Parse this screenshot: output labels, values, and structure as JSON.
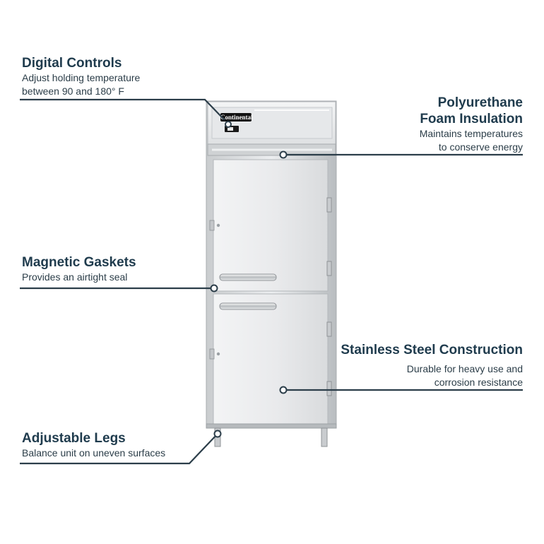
{
  "callouts": {
    "digital_controls": {
      "title": "Digital Controls",
      "desc_line1": "Adjust holding temperature",
      "desc_line2": "between 90 and 180° F"
    },
    "foam_insulation": {
      "title_line1": "Polyurethane",
      "title_line2": "Foam Insulation",
      "desc_line1": "Maintains temperatures",
      "desc_line2": "to conserve energy"
    },
    "magnetic_gaskets": {
      "title": "Magnetic Gaskets",
      "desc": "Provides an airtight seal"
    },
    "stainless_steel": {
      "title": "Stainless Steel Construction",
      "desc_line1": "Durable for heavy use and",
      "desc_line2": "corrosion resistance"
    },
    "adjustable_legs": {
      "title": "Adjustable Legs",
      "desc": "Balance unit on uneven surfaces"
    }
  },
  "product": {
    "brand": "Continental"
  },
  "colors": {
    "text_dark": "#1f3b4d",
    "leader_line": "#2c3e4a",
    "steel_light": "#eeeff0",
    "steel_mid": "#d7d9db",
    "steel_dark": "#9ea3a8"
  }
}
